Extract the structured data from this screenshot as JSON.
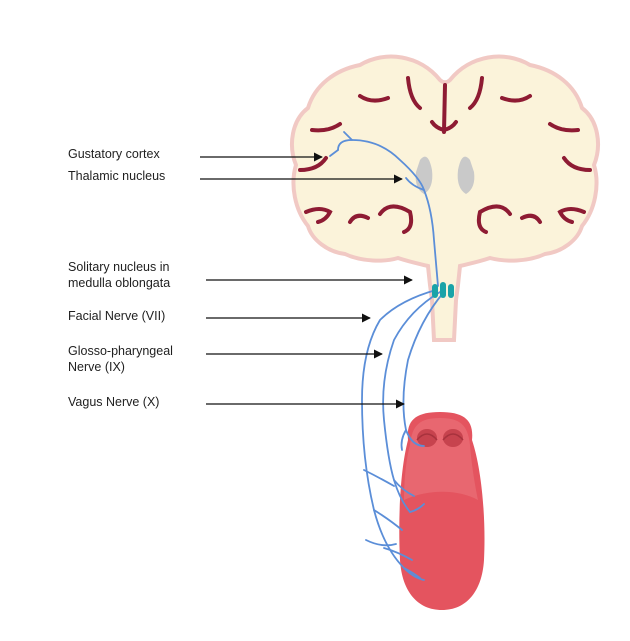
{
  "labels": {
    "gustatory_cortex": "Gustatory cortex",
    "thalamic_nucleus": "Thalamic nucleus",
    "solitary_nucleus_line1": "Solitary nucleus in",
    "solitary_nucleus_line2": "medulla oblongata",
    "facial_nerve": "Facial Nerve (VII)",
    "glosso_line1": "Glosso-pharyngeal",
    "glosso_line2": "Nerve (IX)",
    "vagus_nerve": "Vagus Nerve (X)"
  },
  "colors": {
    "brain_fill": "#fbf3da",
    "brain_outline": "#f1c9c4",
    "sulci": "#8e1b33",
    "thalamus": "#c9c9c9",
    "nerve": "#5b8ed8",
    "solitary_nucleus": "#1aa3a8",
    "tongue": "#e4545f",
    "tongue_light": "#ea6f77",
    "arrow": "#111111"
  },
  "icons": {
    "arrows": "arrow-right-icon"
  }
}
